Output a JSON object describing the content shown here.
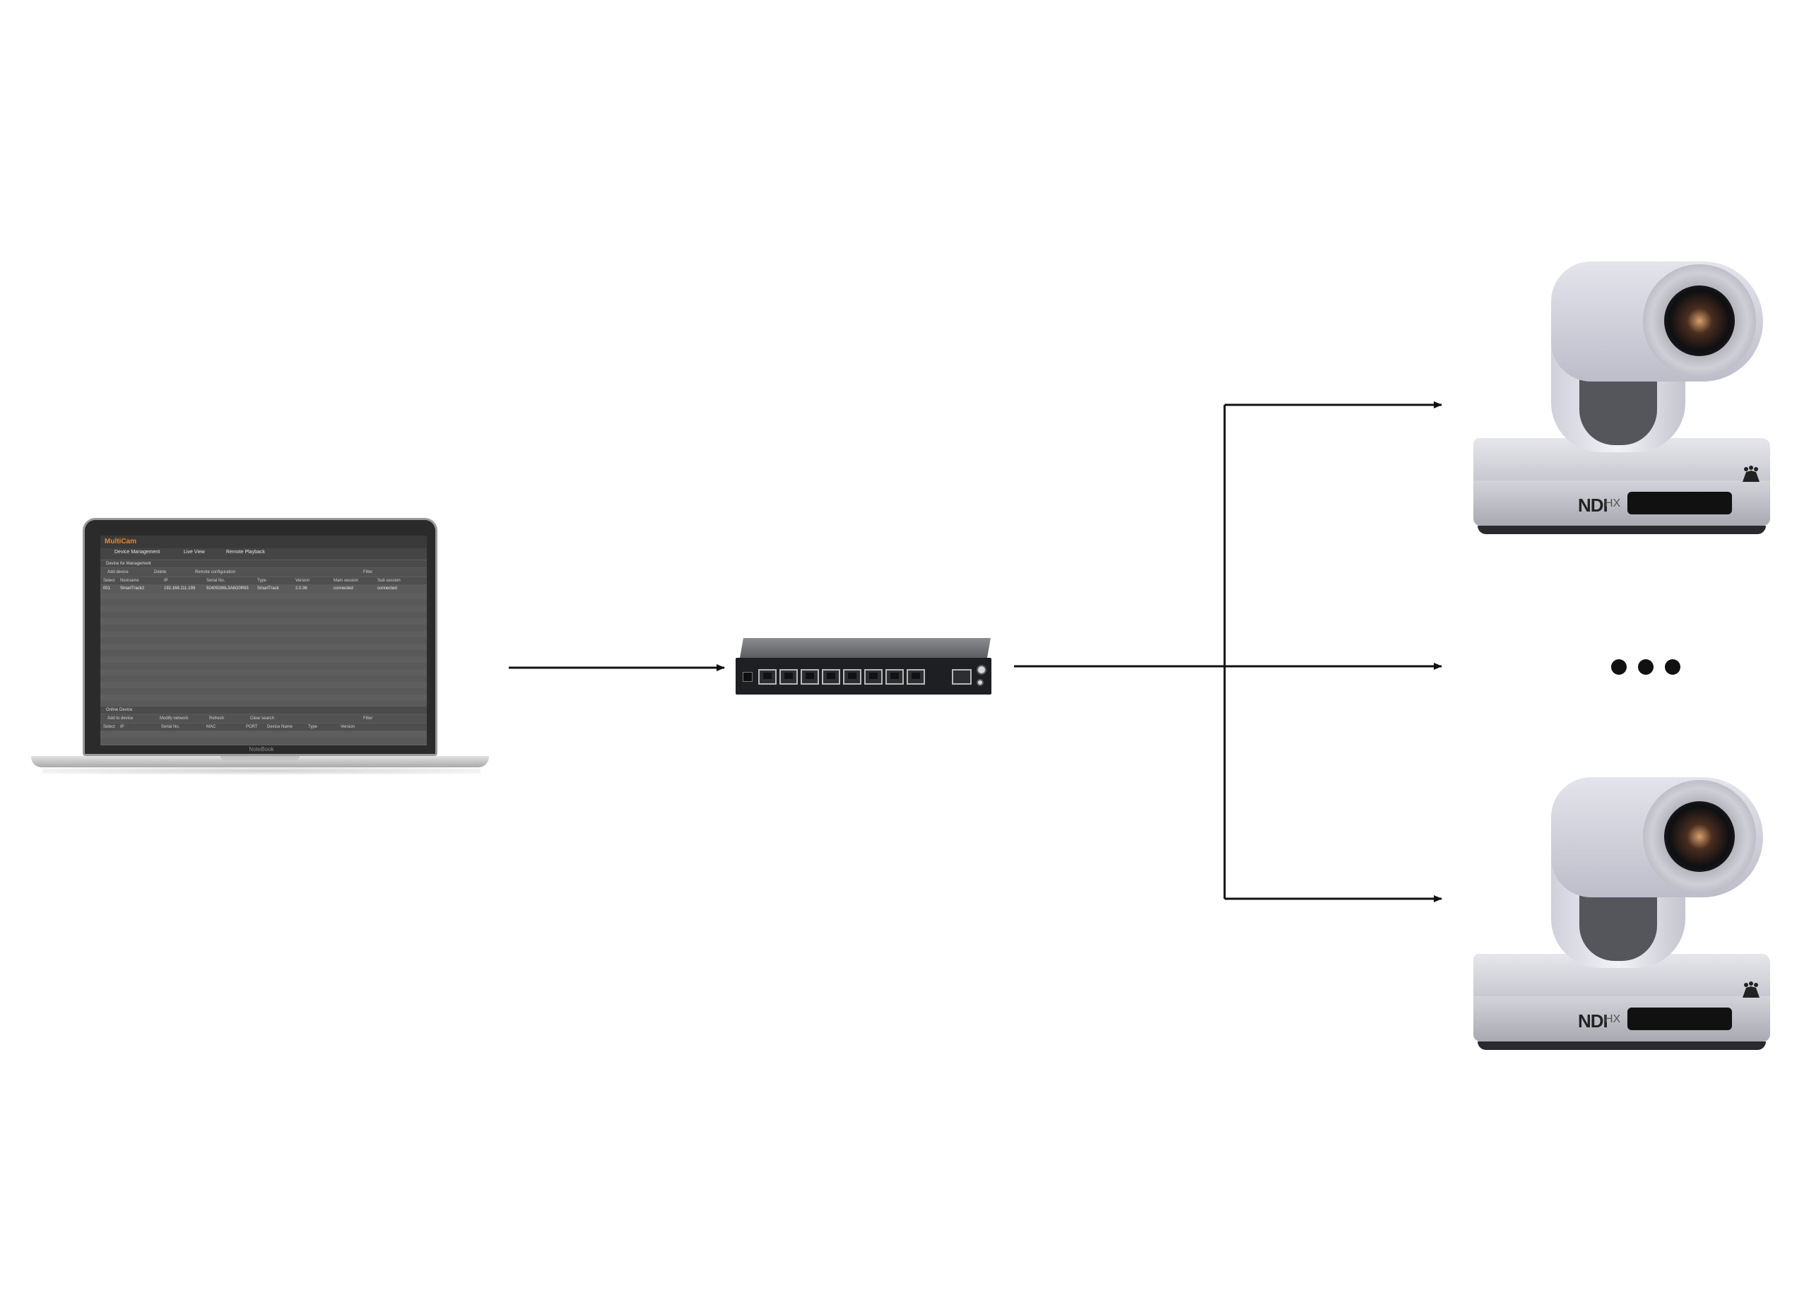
{
  "diagram": {
    "nodes": [
      {
        "id": "laptop",
        "kind": "laptop"
      },
      {
        "id": "switch",
        "kind": "network-switch"
      },
      {
        "id": "camera-1",
        "kind": "ptz-camera"
      },
      {
        "id": "more",
        "kind": "ellipsis",
        "text": "..."
      },
      {
        "id": "camera-2",
        "kind": "ptz-camera"
      }
    ],
    "edges": [
      {
        "from": "laptop",
        "to": "switch"
      },
      {
        "from": "switch",
        "to": "camera-1"
      },
      {
        "from": "switch",
        "to": "more"
      },
      {
        "from": "switch",
        "to": "camera-2"
      }
    ]
  },
  "laptop": {
    "brand": "NoteBook",
    "screen": {
      "app_name": "MultiCam",
      "tabs": [
        "Device Management",
        "Live View",
        "Remote Playback"
      ],
      "section_managed": "Device for Management",
      "toolbar_managed": [
        "Add device",
        "Delete",
        "Remote configuration"
      ],
      "filter_label": "Filter",
      "managed_columns": [
        "Select",
        "Nickname",
        "IP",
        "Serial No.",
        "Type",
        "Version",
        "Main session",
        "Sub session"
      ],
      "managed_rows": [
        [
          "001",
          "SmartTrack2",
          "192.168.111.199",
          "92409286L3A6G0R93",
          "SmartTrack",
          "2.0.36",
          "connected",
          "connected"
        ]
      ],
      "section_online": "Online Device",
      "toolbar_online": [
        "Add to device",
        "Modify network",
        "Refresh",
        "Clear search"
      ],
      "online_columns": [
        "Select",
        "IP",
        "Serial No.",
        "MAC",
        "PORT",
        "Device Name",
        "Type",
        "Version"
      ]
    }
  },
  "camera": {
    "badge_ndi": "NDI",
    "badge_hx": "HX"
  },
  "colors": {
    "line": "#111111",
    "app_logo": "#e8862a"
  }
}
